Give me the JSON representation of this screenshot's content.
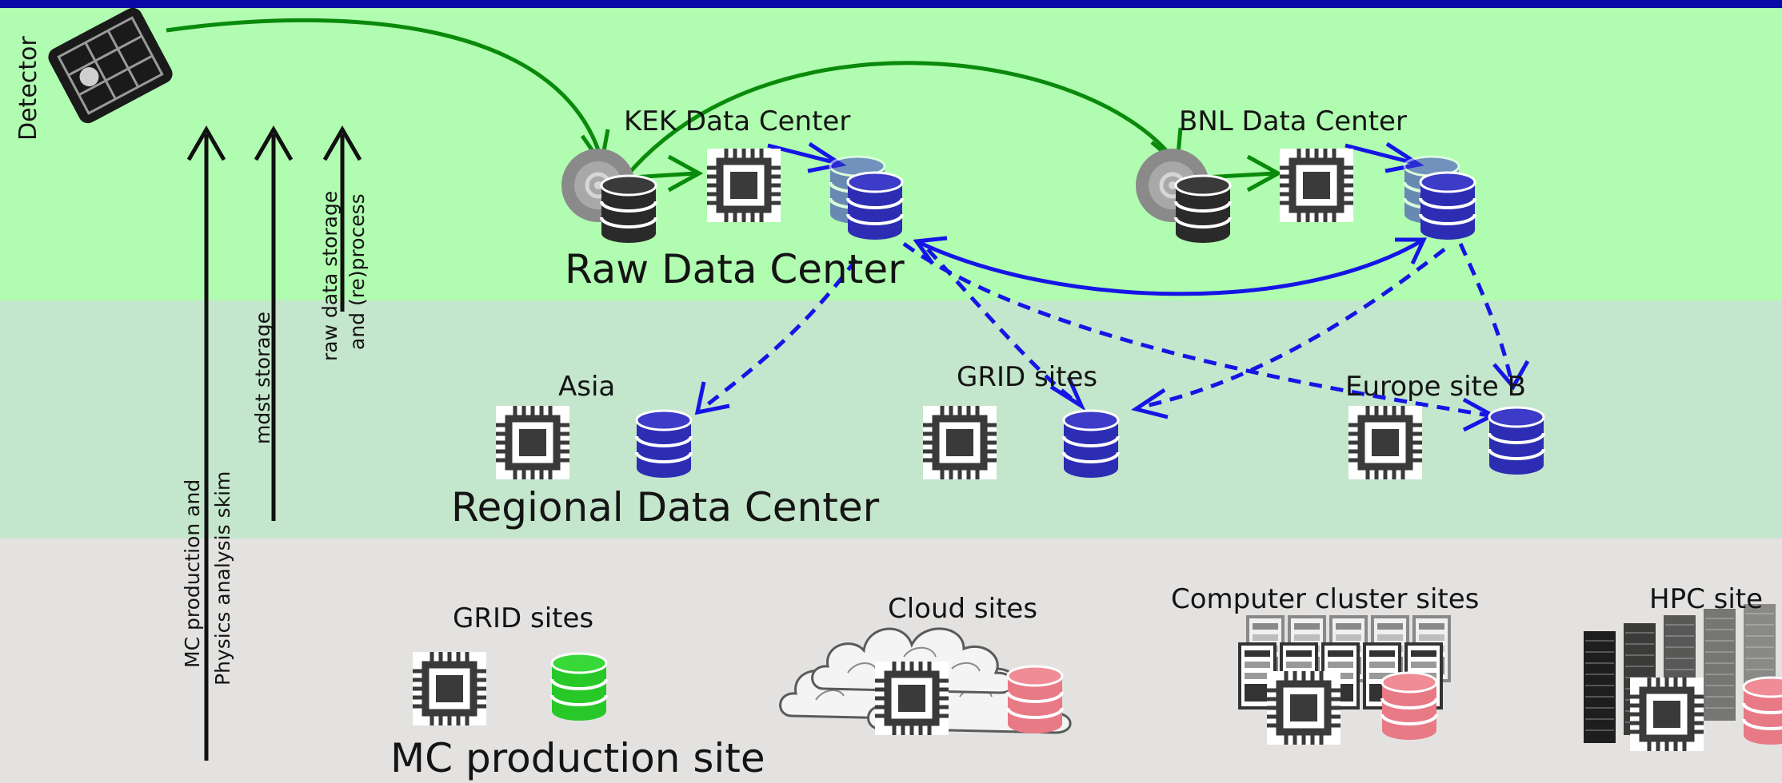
{
  "labels": {
    "detector": "Detector",
    "kek": "KEK Data Center",
    "bnl": "BNL Data Center",
    "raw_tier": "Raw Data Center",
    "asia": "Asia",
    "grid_regional": "GRID sites",
    "europe": "Europe site B",
    "regional_tier": "Regional Data Center",
    "grid_mc": "GRID sites",
    "cloud": "Cloud sites",
    "cluster": "Computer cluster sites",
    "hpc": "HPC site",
    "mc_tier": "MC production site"
  },
  "axis_labels": {
    "mc1": "MC production and",
    "mc2": "Physics analysis skim",
    "mdst": "mdst storage",
    "raw1": "raw data storage",
    "raw2": "and (re)process"
  },
  "colors": {
    "raw_band": "#b0fcb0",
    "regional_band": "#c4e6cc",
    "mc_band": "#e3e2e1",
    "data_flow": "#0a8a0a",
    "replication": "#1515e6",
    "db_blue": "#2d2db4",
    "db_green": "#28c828",
    "db_pink": "#e87a86"
  }
}
